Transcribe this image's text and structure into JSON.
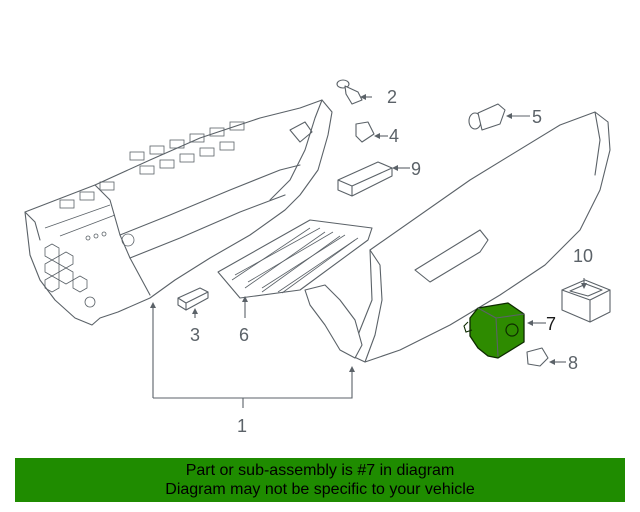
{
  "callouts": {
    "c1": "1",
    "c2": "2",
    "c3": "3",
    "c4": "4",
    "c5": "5",
    "c6": "6",
    "c7": "7",
    "c8": "8",
    "c9": "9",
    "c10": "10"
  },
  "highlight": {
    "part": "7",
    "color": "#2e8b00"
  },
  "banner": {
    "line1": "Part or sub-assembly is #7 in diagram",
    "line2": "Diagram may not be specific to your vehicle",
    "color": "#1f8c00"
  }
}
